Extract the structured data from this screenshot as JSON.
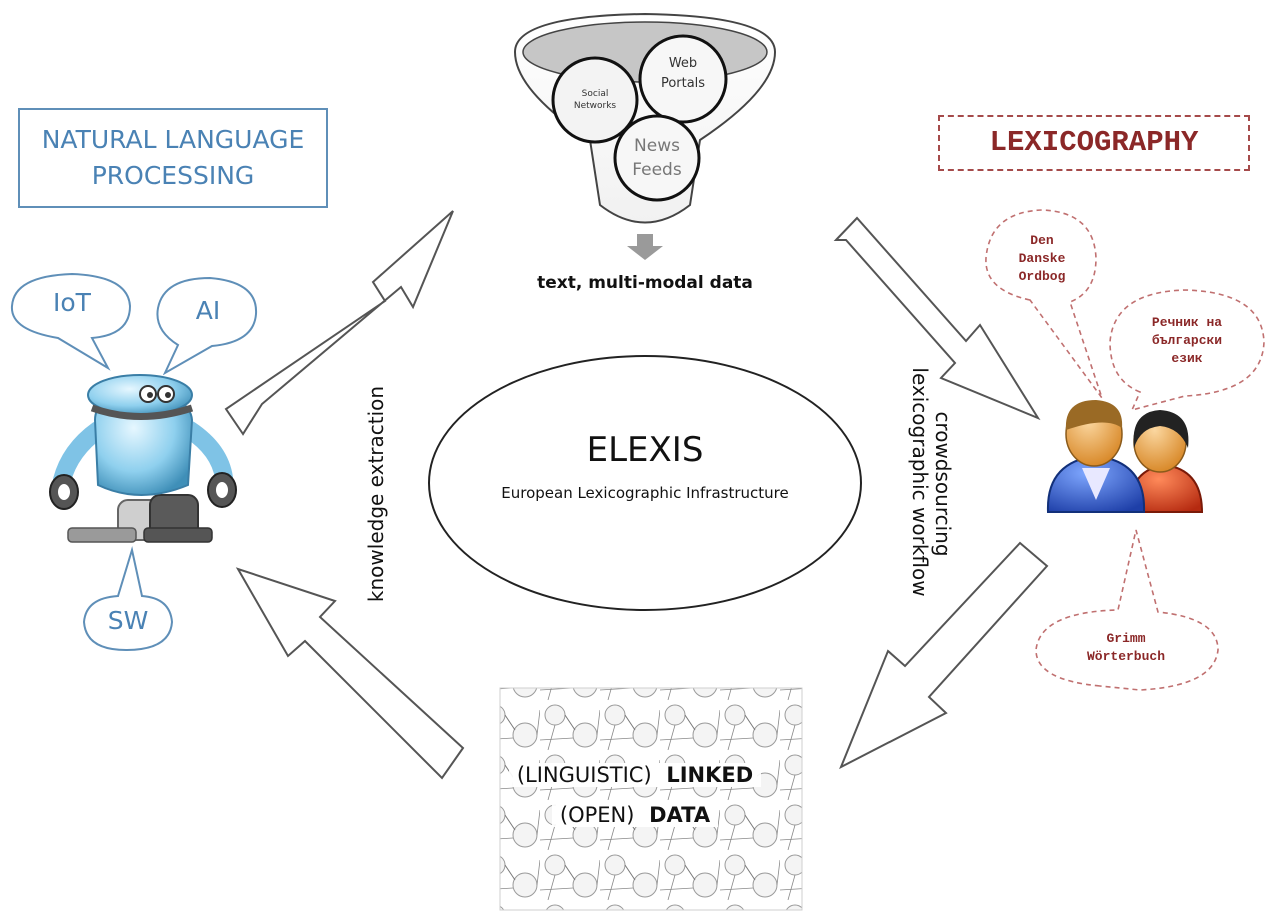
{
  "nlp": {
    "line1": "NATURAL LANGUAGE",
    "line2": "PROCESSING"
  },
  "lexicography": "LEXICOGRAPHY",
  "funnel": {
    "social": "Social Networks",
    "web_line1": "Web",
    "web_line2": "Portals",
    "news_line1": "News",
    "news_line2": "Feeds"
  },
  "text_data": "text, multi-modal data",
  "bubbles": {
    "iot": "IoT",
    "ai": "AI",
    "sw": "SW"
  },
  "knowledge_extraction": "knowledge extraction",
  "crowdsourcing": {
    "line1": "crowdsourcing",
    "line2": "lexicographic workflow"
  },
  "center": {
    "title": "ELEXIS",
    "subtitle": "European Lexicographic Infrastructure"
  },
  "dictionaries": {
    "danish": [
      "Den",
      "Danske",
      "Ordbog"
    ],
    "bulgarian": [
      "Речник на",
      "български",
      "език"
    ],
    "grimm": [
      "Grimm",
      "Wörterbuch"
    ]
  },
  "linked_data": {
    "line1_a": "(LINGUISTIC) ",
    "line1_b": "LINKED",
    "line2_a": "(OPEN) ",
    "line2_b": "DATA"
  },
  "colors": {
    "nlp_blue": "#4a82b4",
    "lex_red": "#8b2828",
    "arrow_gray": "#555555"
  }
}
